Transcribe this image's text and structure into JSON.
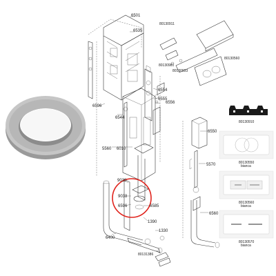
{
  "labels": {
    "p6501": "6501",
    "p6535": "6535",
    "p80130911": "80130911",
    "p80130560a": "80130560",
    "p80130981": "80130981",
    "p80130933": "80130933",
    "p6554": "6554",
    "p6555": "6555",
    "p6596a": "6596",
    "p6556": "6556",
    "p6544": "6544",
    "p5560": "5560",
    "p6010": "6010",
    "p9028": "9028",
    "p9038": "9038",
    "p6596b": "6596",
    "p6585": "6585",
    "p1390": "1390",
    "p6400": "6400",
    "p1330": "1330",
    "p80131386": "80131386",
    "p6550": "6550",
    "p5570": "5570",
    "p6560": "6560"
  },
  "catalog": {
    "c1_code": "80130910",
    "c2_code": "80130550",
    "c2_sub": "bianca",
    "c3_code": "80130560",
    "c3_sub": "bianca",
    "c4_code": "80130570",
    "c4_sub": "bianca"
  },
  "colors": {
    "highlight": "#e0221b",
    "seal_outer": "#c9c9c9",
    "seal_inner": "#8f8f8f"
  },
  "icons": {
    "seal": "rubber-seal-ring"
  }
}
